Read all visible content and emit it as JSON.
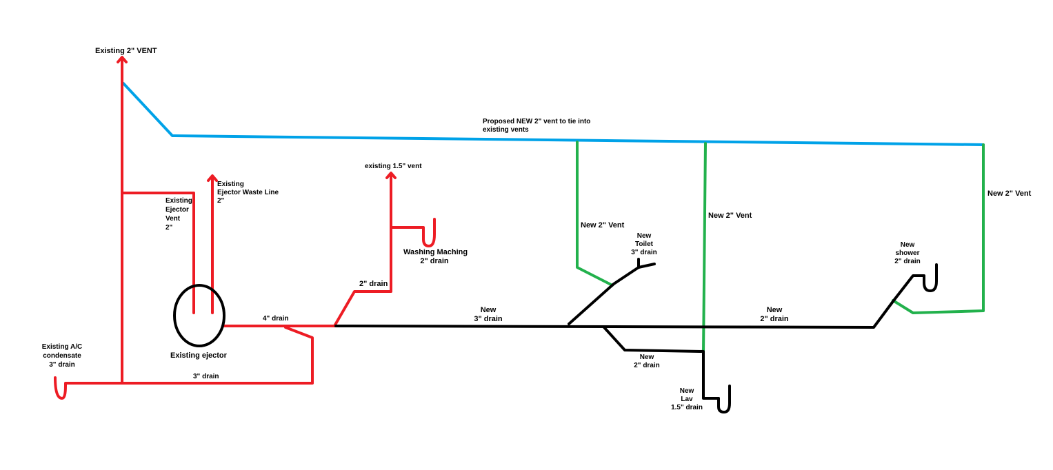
{
  "colors": {
    "existing_pipe": "#ed1c24",
    "new_drain": "#000000",
    "new_vent": "#22b14c",
    "proposed_vent": "#00a2e8"
  },
  "labels": {
    "existing_vent": "Existing 2\" VENT",
    "proposed_vent_line1": "Proposed NEW 2\" vent to tie into",
    "proposed_vent_line2": "existing vents",
    "existing_15_vent": "existing 1.5\" vent",
    "ejector_waste_line1": "Existing",
    "ejector_waste_line2": "Ejector Waste Line",
    "ejector_waste_line3": "2\"",
    "ejector_vent_line1": "Existing",
    "ejector_vent_line2": "Ejector",
    "ejector_vent_line3": "Vent",
    "ejector_vent_line4": "2\"",
    "washing_line1": "Washing Maching",
    "washing_line2": "2\" drain",
    "drain_2_left": "2\" drain",
    "drain_4": "4\" drain",
    "existing_ejector": "Existing ejector",
    "ac_line1": "Existing A/C",
    "ac_line2": "condensate",
    "ac_line3": "3\" drain",
    "drain_3_bottom": "3\" drain",
    "new_3_drain_line1": "New",
    "new_3_drain_line2": "3\" drain",
    "new_2_vent_a": "New 2\" Vent",
    "new_toilet_line1": "New",
    "new_toilet_line2": "Toilet",
    "new_toilet_line3": "3\" drain",
    "new_2_vent_b": "New 2\" Vent",
    "new_2_drain_mid_line1": "New",
    "new_2_drain_mid_line2": "2\" drain",
    "new_lav_line1": "New",
    "new_lav_line2": "Lav",
    "new_lav_line3": "1.5\" drain",
    "new_2_drain_right_line1": "New",
    "new_2_drain_right_line2": "2\" drain",
    "new_shower_line1": "New",
    "new_shower_line2": "shower",
    "new_shower_line3": "2\" drain",
    "new_2_vent_c": "New 2\" Vent"
  }
}
